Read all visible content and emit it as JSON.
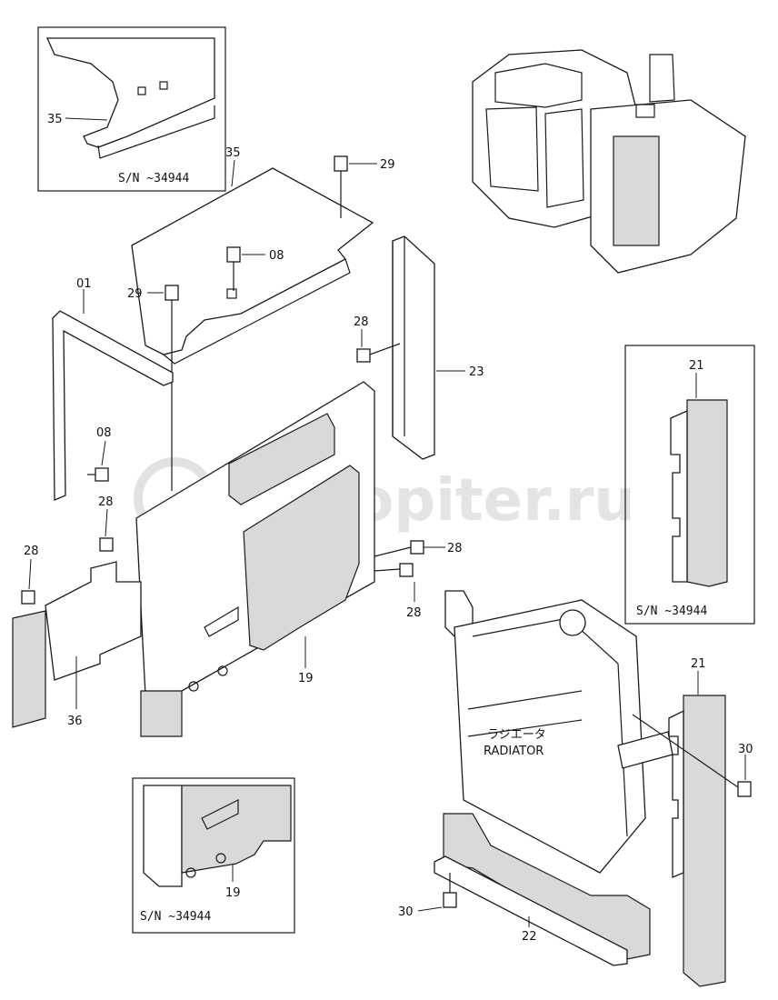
{
  "watermark": "autopiter.ru",
  "serial_notes": {
    "top_left": "S/N ~34944",
    "right": "S/N ~34944",
    "bottom_left": "S/N ~34944"
  },
  "radiator_label": {
    "japanese": "ラジエータ",
    "english": "RADIATOR"
  },
  "callouts": {
    "c35_inset": "35",
    "c35_main": "35",
    "c29_top": "29",
    "c08_top": "08",
    "c01": "01",
    "c29_left": "29",
    "c28_top": "28",
    "c23": "23",
    "c08_left": "08",
    "c28_left": "28",
    "c28_far": "28",
    "c28_right": "28",
    "c28_right2": "28",
    "c19": "19",
    "c36": "36",
    "c21_inset": "21",
    "c21_main": "21",
    "c30_right": "30",
    "c19_inset": "19",
    "c30_bottom": "30",
    "c22": "22"
  }
}
